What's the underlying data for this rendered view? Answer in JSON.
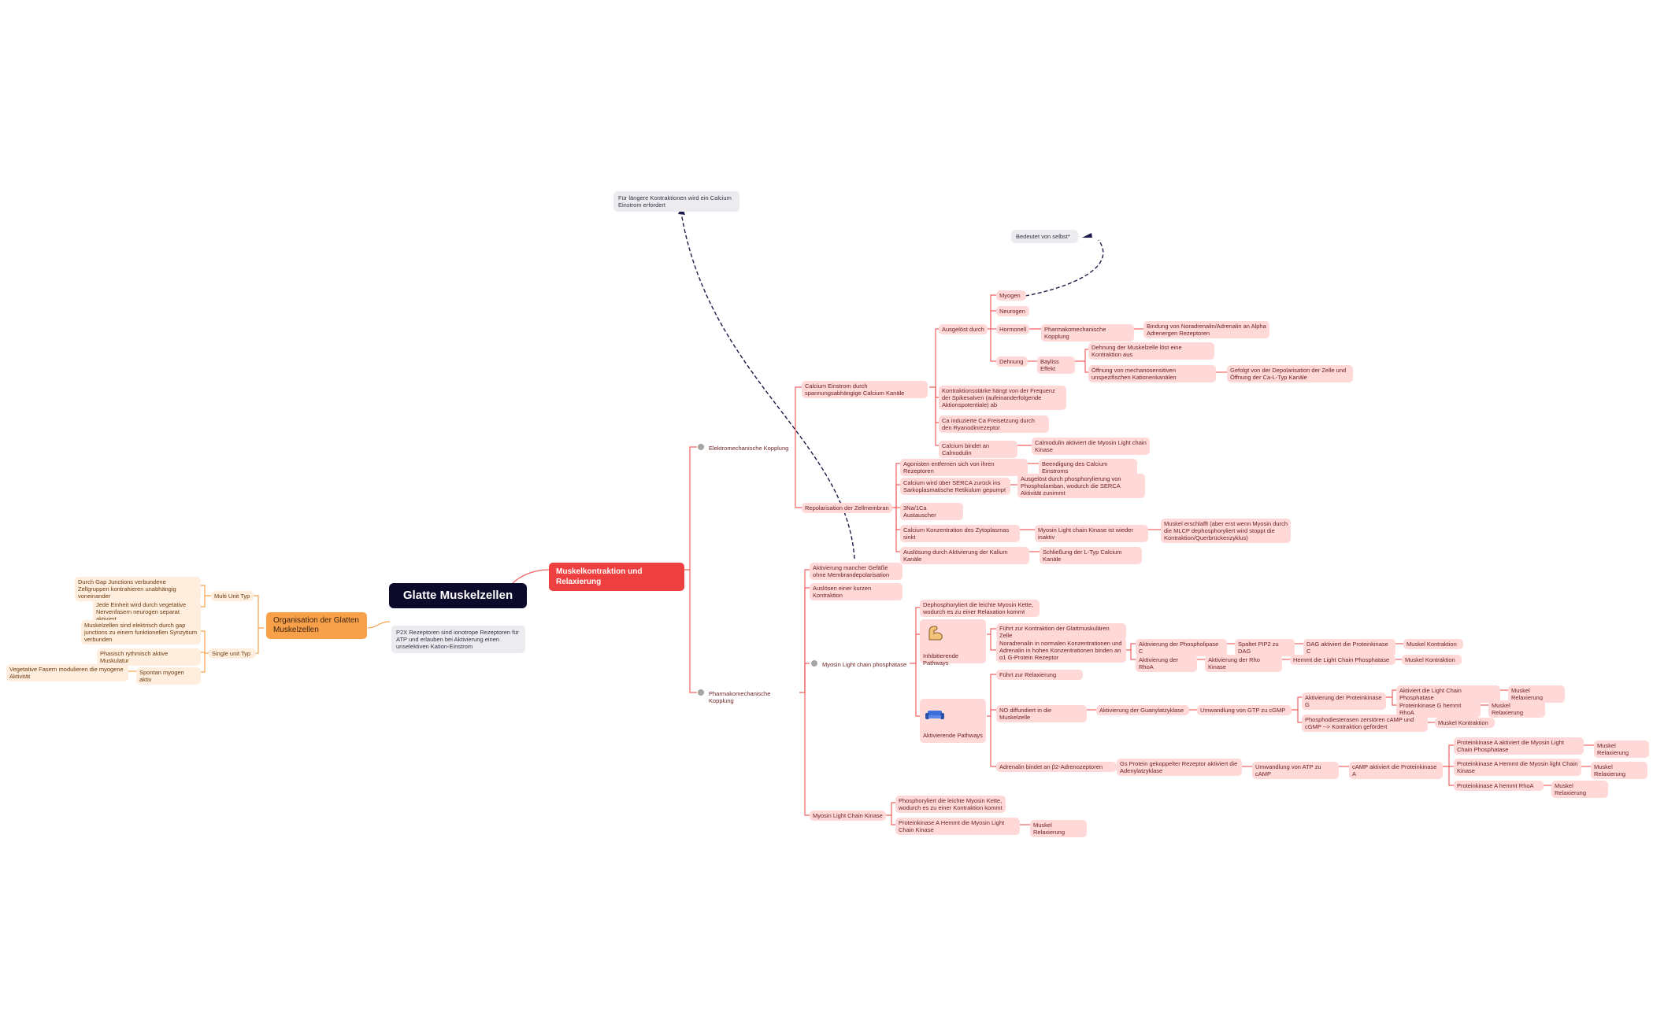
{
  "root": {
    "label": "Glatte Muskelzellen"
  },
  "note_p2x": "P2X Rezeptoren sind ionotrope Rezeptoren für ATP und erlauben bei Aktivierung einen unselektiven Kation-Einstrom",
  "note_calcium": "Für längere Kontraktionen wird ein Calcium Einstrom erfordert",
  "note_myogen": "Bedeutet von selbst*",
  "left": {
    "main": "Organisation der Glatten Muskelzellen",
    "multi": "Multi Unit Typ",
    "multi_a": "Durch Gap Junctions verbundene Zellgruppen kontrahieren unabhängig voneinander",
    "multi_b": "Jede Einheit wird durch vegetative Nervenfasern neurogen separat aktiviert",
    "single": "Single unit Typ",
    "single_a": "Muskelzellen sind elektrisch durch gap junctions zu einem funktionellen Synzytium verbunden",
    "single_b": "Phasisch rythmisch aktive Muskulatur",
    "single_c": "Spontan myogen aktiv",
    "single_c1": "Vegetative Fasern modulieren die myogene Aktivität"
  },
  "right": {
    "main": "Muskelkontraktion und Relaxierung",
    "elektro": "Elektromechanische Kopplung",
    "ca_einstrom": "Calcium Einstrom durch spannungsabhängige Calcium Kanäle",
    "ausgeloest": "Ausgelöst durch",
    "myogen": "Myogen",
    "neurogen": "Neurogen",
    "hormonell": "Hormonell",
    "pharmako_k": "Pharmakomechanische Kopplung",
    "bindung_nor": "Bindung von Noradrenalin/Adrenalin an Alpha Adrenergen Rezeptoren",
    "dehnung": "Dehnung",
    "bayliss": "Bayliss Effekt",
    "dehnung_a": "Dehnung der Muskelzelle löst eine Kontraktion aus",
    "oeffnung": "Öffnung von mechanosensitiven unspezifischen Kationenkanälen",
    "gefolgt": "Gefolgt von der Depolarisation der Zelle und Öffnung der Ca-L-Typ Kanäle",
    "kontraktionsstaerke": "Kontraktionsstärke hängt von der Frequenz der Spikesalven (aufeinanderfolgende Aktionspotentiale) ab",
    "ca_induziert": "Ca induzierte Ca Freisetzung durch den Ryanodinrezeptor",
    "calmodulin": "Calcium bindet an Calmodulin",
    "calmodulin_a": "Calmodulin aktiviert die Myosin Light chain Kinase",
    "repolarisation": "Repolarisation der Zellmembran",
    "agonisten": "Agonisten entfernen sich von ihren Rezeptoren",
    "beendigung": "Beendigung des Calcium Einstroms",
    "serca": "Calcium wird über SERCA zurück ins Sarkoplasmatische Retikulum gepumpt",
    "serca_a": "Ausgelöst durch phosphorylierung von Phospholamban, wodurch die SERCA Aktivität zunimmt",
    "na_ca": "3Na/1Ca Austauscher",
    "ca_konz": "Calcium Konzentration des Zytoplasmas sinkt",
    "mlck_inaktiv": "Myosin Light chain Kinase ist wieder inaktiv",
    "muskel_erschlafft": "Muskel erschlafft (aber erst wenn Myosin durch die MLCP dephosphoryliert wird stoppt die Kontraktion/Querbrückenzyklus)",
    "ausloesung_kalium": "Auslösung durch Aktivierung der Kalium Kanäle",
    "schliessung": "Schließung der L-Typ Calcium Kanäle",
    "pharmako": "Pharmakomechanische Kopplung",
    "aktivierung_membran": "Aktivierung mancher Gefäße ohne Membrandepolarisation",
    "ausloesen_kurz": "Auslösen einer kurzen Kontraktion",
    "mlcp": "Myosin Light chain phosphatase",
    "dephos": "Dephosphoryliert die leichte Myosin Kette, wodurch es zu einer Relaxation kommt",
    "inhib": "Inhibitierende Pathways",
    "fuehrt_kontraktion": "Führt zur Kontraktion der Glattmuskulären Zelle",
    "noradrenalin": "Noradrenalin in normalen Konzentrationen und Adrenalin in hohen Konzentrationen binden an α1 G-Protein Rezeptor",
    "plc": "Aktivierung der Phospholipase C",
    "spaltet": "Spaltet PIP2 zu DAG",
    "dag": "DAG aktiviert die Proteinkinase C",
    "muskel_k1": "Muskel Kontraktion",
    "rhoa": "Aktivierung der RhoA",
    "rho_kinase": "Aktivierung der Rho Kinase",
    "hemmt_lcp": "Hemmt die Light Chain Phosphatase",
    "muskel_k2": "Muskel Kontraktion",
    "aktiv": "Aktivierende Pathways",
    "fuehrt_relax": "Führt zur Relaxierung",
    "no": "NO diffundiert in die Muskelzelle",
    "guanylat": "Aktivierung der Guanylatzyklase",
    "gtp": "Umwandlung von GTP zu cGMP",
    "pkg": "Aktivierung der Proteinkinase G",
    "pkg_a": "Aktiviert die Light Chain Phosphatase",
    "relax1": "Muskel Relaxierung",
    "pkg_b": "Proteinkinase G hemmt RhoA",
    "relax2": "Muskel Relaxierung",
    "pde": "Phosphodiesterasen zerstören cAMP und cGMP --> Kontraktion gefördert",
    "muskel_k3": "Muskel Kontraktion",
    "adrenalin": "Adrenalin bindet an β2-Adrenozeptoren",
    "gs": "Gs Protein gekoppelter Rezeptor aktiviert die Adenylatzyklase",
    "atp": "Umwandlung von ATP zu cAMP",
    "camp": "cAMP aktiviert die Proteinkinase A",
    "pka_a": "Proteinkinase A aktiviert die Myosin Light Chain Phosphatase",
    "relax3": "Muskel Relaxierung",
    "pka_b": "Proteinkinase A Hemmt die Myosin light Chain Kinase",
    "relax4": "Muskel Relaxierung",
    "pka_c": "Proteinkinase A hemmt RhoA",
    "relax5": "Muskel Relaxierung",
    "mlck": "Myosin Light Chain Kinase",
    "mlck_a": "Phosphoryliert die leichte Myosin Kette, wodurch es zu einer Kontraktion kommt",
    "mlck_b": "Proteinkinase A Hemmt die Myosin Light Chain Kinase",
    "relax6": "Muskel Relaxierung"
  },
  "colors": {
    "red_line": "#f06262",
    "orange_line": "#f7a04a",
    "dash": "#1c1c4a",
    "pink": "#ffd8d8",
    "orange_light": "#ffeedd"
  },
  "icons": {
    "inhib": "flexed-arm-icon",
    "aktiv": "sofa-icon"
  }
}
